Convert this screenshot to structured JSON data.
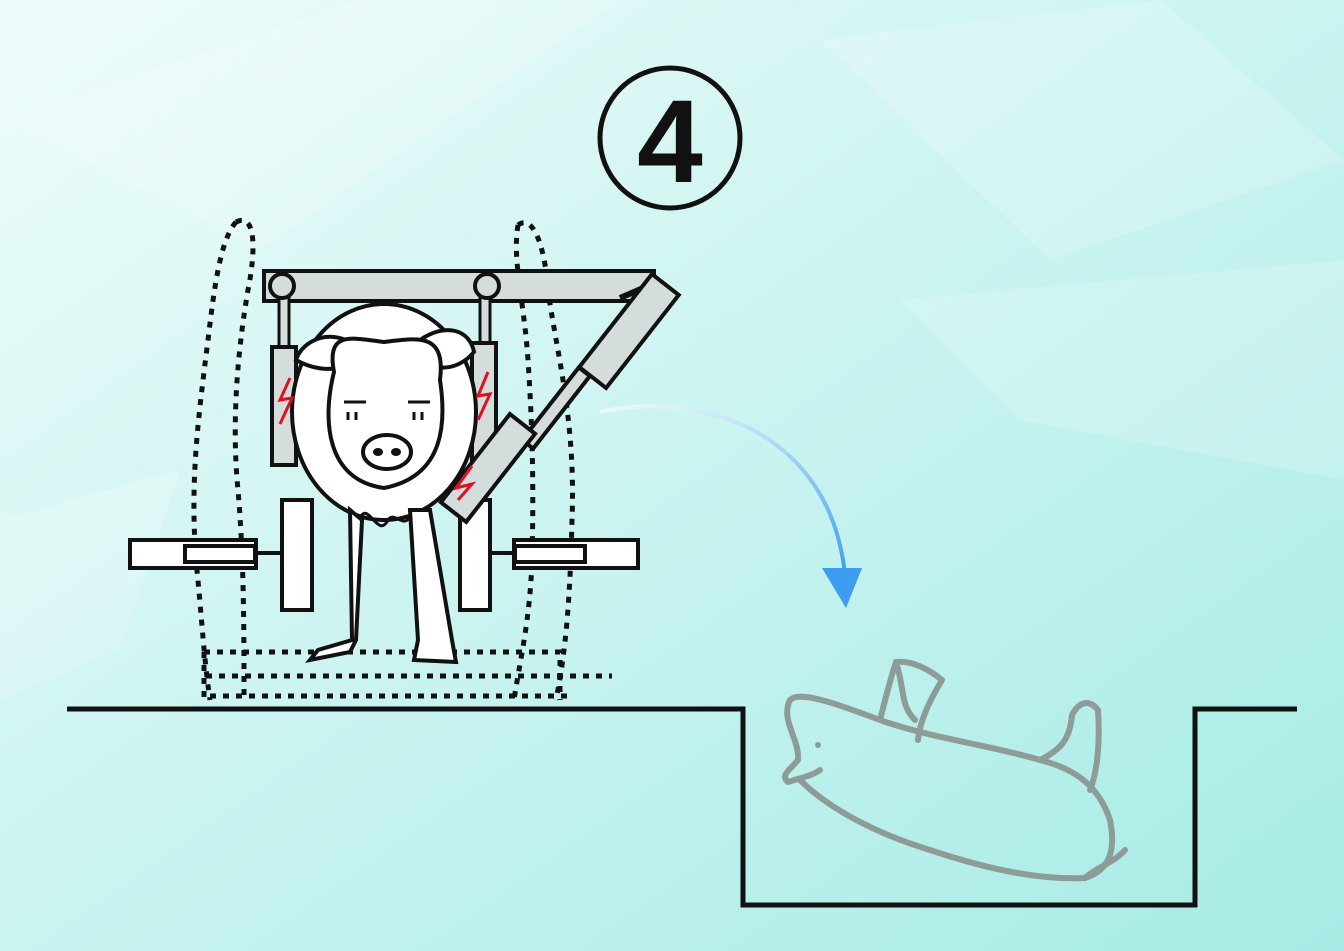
{
  "step": {
    "number": "4"
  },
  "colors": {
    "background_start": "#eefcfb",
    "background_end": "#a6ebe5",
    "line": "#111111",
    "frame_fill": "#d4dcdc",
    "shock_mark": "#e01020",
    "arrow": "#3d9df0",
    "fallen_pig": "#8e9c98"
  },
  "icons": {
    "stunning_frame": "stunning-restraint-frame",
    "pig": "pig-icon",
    "electrode_arm": "electrode-arm",
    "shock": "lightning-bolt-icon",
    "release_arrow": "curved-arrow-down",
    "pit": "collection-pit",
    "fallen_pig": "stunned-pig-silhouette"
  }
}
